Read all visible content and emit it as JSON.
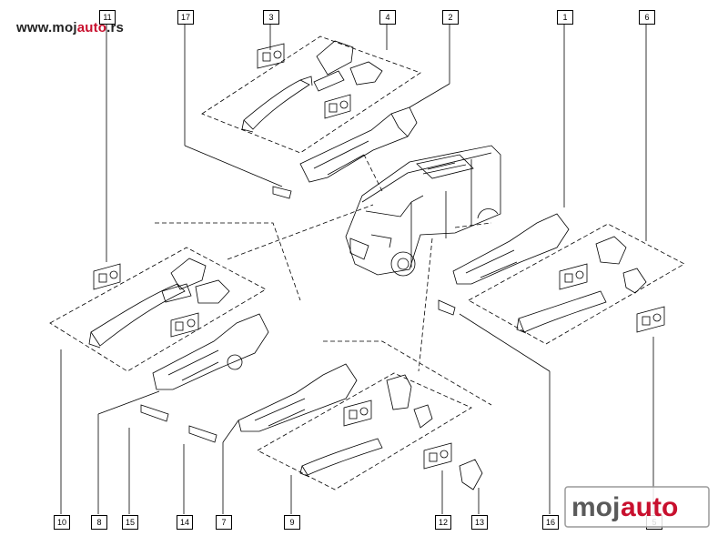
{
  "watermark": {
    "prefix": "www.moj",
    "accent": "auto",
    "suffix": ".rs"
  },
  "brand_logo": {
    "part1": "moj",
    "part2": "auto"
  },
  "callouts": [
    "11",
    "17",
    "3",
    "4",
    "2",
    "1",
    "6",
    "10",
    "8",
    "15",
    "14",
    "7",
    "9",
    "12",
    "13",
    "16",
    "5"
  ],
  "colors": {
    "line": "#000000",
    "accent": "#c8102e",
    "logo_gray": "#5a5a5a"
  }
}
